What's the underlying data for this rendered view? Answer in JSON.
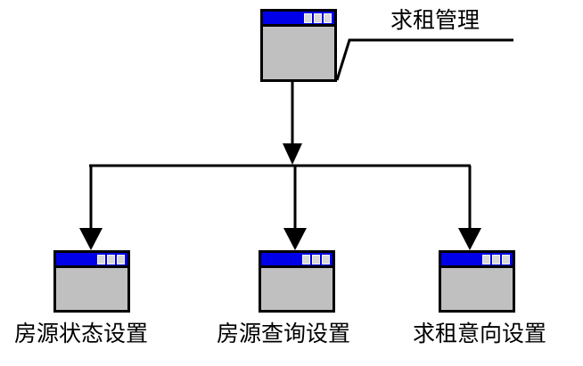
{
  "diagram": {
    "type": "hierarchy-tree",
    "title_node": {
      "id": "root",
      "label": "求租管理",
      "icon": "application-window-icon",
      "window_buttons": 3
    },
    "children": [
      {
        "id": "status",
        "label": "房源状态设置",
        "icon": "application-window-icon",
        "window_buttons": 3
      },
      {
        "id": "query",
        "label": "房源查询设置",
        "icon": "application-window-icon",
        "window_buttons": 3
      },
      {
        "id": "intent",
        "label": "求租意向设置",
        "icon": "application-window-icon",
        "window_buttons": 3
      }
    ],
    "colors": {
      "titlebar": "#0000e8",
      "window_body": "#c0c0c0",
      "border": "#000000",
      "button": "#d8d8d8",
      "background": "#ffffff",
      "connector": "#000000"
    },
    "connectors": {
      "style": "orthogonal-arrows",
      "arrowheads": 4,
      "leader_line": "elbow-underline"
    }
  }
}
